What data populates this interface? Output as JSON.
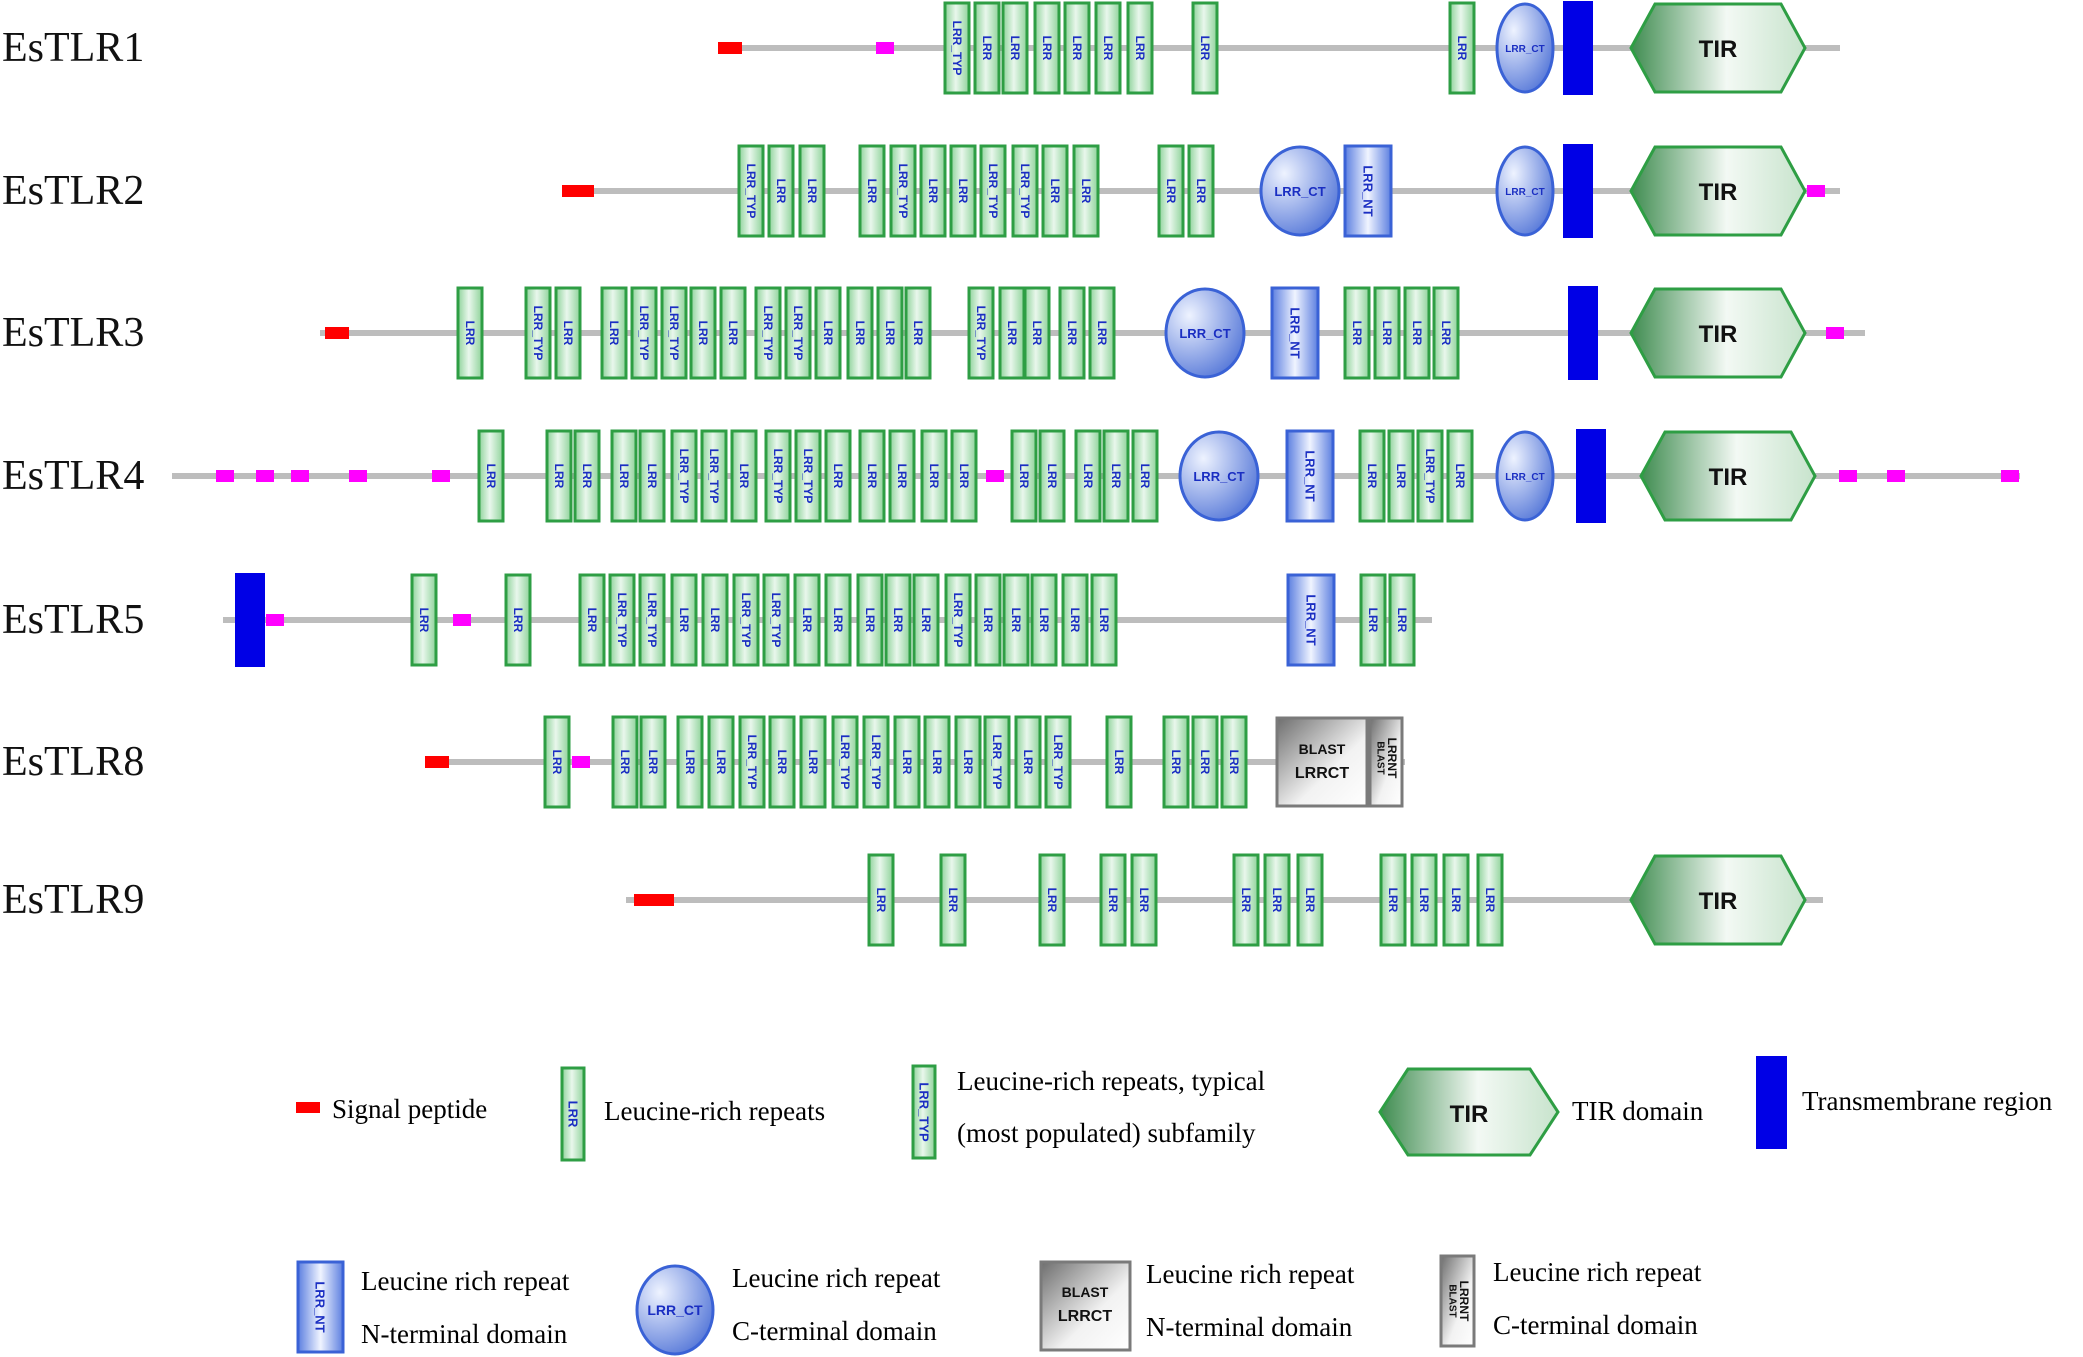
{
  "colors": {
    "backbone": "#bdbdbd",
    "signal": "#ff0000",
    "lowcomplexity": "#ff00ff",
    "tm": "#0000e6",
    "lrr_fill": "#b7e4bf",
    "lrr_stroke": "#2e9e44",
    "lrr_text": "#1a2ec2",
    "tir_fill": "#4e9a5e",
    "tir_light": "#f2f8f3",
    "blue_fill": "#5c7fe0",
    "blue_light": "#e4ecff",
    "blast_fill": "#7a7a7a"
  },
  "proteins": [
    {
      "name": "EsTLR1",
      "domains": [
        {
          "type": "backbone",
          "from": 723,
          "to": 1840
        },
        {
          "type": "signal",
          "at": 730
        },
        {
          "type": "lowcomplexity",
          "at": 885
        },
        {
          "type": "LRR_TYP",
          "at": 957
        },
        {
          "type": "LRR",
          "at": 987
        },
        {
          "type": "LRR",
          "at": 1015
        },
        {
          "type": "LRR",
          "at": 1047
        },
        {
          "type": "LRR",
          "at": 1077
        },
        {
          "type": "LRR",
          "at": 1108
        },
        {
          "type": "LRR",
          "at": 1140
        },
        {
          "type": "LRR",
          "at": 1205
        },
        {
          "type": "LRR",
          "at": 1462
        },
        {
          "type": "LRR_CT_small",
          "at": 1525
        },
        {
          "type": "TM",
          "at": 1578
        },
        {
          "type": "TIR",
          "at": 1718
        }
      ]
    },
    {
      "name": "EsTLR2",
      "domains": [
        {
          "type": "backbone",
          "from": 563,
          "to": 1840
        },
        {
          "type": "signal",
          "at": 574
        },
        {
          "type": "LRR_TYP",
          "at": 751
        },
        {
          "type": "LRR",
          "at": 781
        },
        {
          "type": "LRR",
          "at": 812
        },
        {
          "type": "LRR",
          "at": 872
        },
        {
          "type": "LRR_TYP",
          "at": 903
        },
        {
          "type": "LRR",
          "at": 933
        },
        {
          "type": "LRR",
          "at": 963
        },
        {
          "type": "LRR_TYP",
          "at": 993
        },
        {
          "type": "LRR_TYP",
          "at": 1025
        },
        {
          "type": "LRR",
          "at": 1055
        },
        {
          "type": "LRR",
          "at": 1086
        },
        {
          "type": "LRR",
          "at": 1171
        },
        {
          "type": "LRR",
          "at": 1201
        },
        {
          "type": "LRR_CT",
          "at": 1300
        },
        {
          "type": "LRR_NT",
          "at": 1368
        },
        {
          "type": "LRR_CT_small",
          "at": 1525
        },
        {
          "type": "TM",
          "at": 1578
        },
        {
          "type": "TIR",
          "at": 1718
        },
        {
          "type": "lowcomplexity",
          "at": 1816
        }
      ]
    },
    {
      "name": "EsTLR3",
      "domains": [
        {
          "type": "backbone",
          "from": 320,
          "to": 1865
        },
        {
          "type": "signal",
          "at": 337
        },
        {
          "type": "LRR",
          "at": 470
        },
        {
          "type": "LRR_TYP",
          "at": 538
        },
        {
          "type": "LRR",
          "at": 568
        },
        {
          "type": "LRR",
          "at": 614
        },
        {
          "type": "LRR_TYP",
          "at": 644
        },
        {
          "type": "LRR_TYP",
          "at": 674
        },
        {
          "type": "LRR",
          "at": 703
        },
        {
          "type": "LRR",
          "at": 733
        },
        {
          "type": "LRR_TYP",
          "at": 768
        },
        {
          "type": "LRR_TYP",
          "at": 798
        },
        {
          "type": "LRR",
          "at": 828
        },
        {
          "type": "LRR",
          "at": 860
        },
        {
          "type": "LRR",
          "at": 890
        },
        {
          "type": "LRR",
          "at": 918
        },
        {
          "type": "LRR_TYP",
          "at": 981
        },
        {
          "type": "LRR",
          "at": 1012
        },
        {
          "type": "LRR",
          "at": 1037
        },
        {
          "type": "LRR",
          "at": 1072
        },
        {
          "type": "LRR",
          "at": 1102
        },
        {
          "type": "LRR_CT",
          "at": 1205
        },
        {
          "type": "LRR_NT",
          "at": 1295
        },
        {
          "type": "LRR",
          "at": 1357
        },
        {
          "type": "LRR",
          "at": 1387
        },
        {
          "type": "LRR",
          "at": 1417
        },
        {
          "type": "LRR",
          "at": 1446
        },
        {
          "type": "TM",
          "at": 1583
        },
        {
          "type": "TIR",
          "at": 1718
        },
        {
          "type": "lowcomplexity",
          "at": 1835
        }
      ]
    },
    {
      "name": "EsTLR4",
      "domains": [
        {
          "type": "backbone",
          "from": 172,
          "to": 2020
        },
        {
          "type": "lowcomplexity",
          "at": 225
        },
        {
          "type": "lowcomplexity",
          "at": 265
        },
        {
          "type": "lowcomplexity",
          "at": 300
        },
        {
          "type": "lowcomplexity",
          "at": 358
        },
        {
          "type": "lowcomplexity",
          "at": 441
        },
        {
          "type": "LRR",
          "at": 491
        },
        {
          "type": "LRR",
          "at": 559
        },
        {
          "type": "LRR",
          "at": 587
        },
        {
          "type": "LRR",
          "at": 624
        },
        {
          "type": "LRR",
          "at": 652
        },
        {
          "type": "LRR_TYP",
          "at": 684
        },
        {
          "type": "LRR_TYP",
          "at": 714
        },
        {
          "type": "LRR",
          "at": 744
        },
        {
          "type": "LRR_TYP",
          "at": 778
        },
        {
          "type": "LRR_TYP",
          "at": 808
        },
        {
          "type": "LRR",
          "at": 838
        },
        {
          "type": "LRR",
          "at": 872
        },
        {
          "type": "LRR",
          "at": 902
        },
        {
          "type": "LRR",
          "at": 934
        },
        {
          "type": "LRR",
          "at": 964
        },
        {
          "type": "lowcomplexity",
          "at": 995
        },
        {
          "type": "LRR",
          "at": 1024
        },
        {
          "type": "LRR",
          "at": 1052
        },
        {
          "type": "LRR",
          "at": 1088
        },
        {
          "type": "LRR",
          "at": 1116
        },
        {
          "type": "LRR",
          "at": 1145
        },
        {
          "type": "LRR_CT",
          "at": 1219
        },
        {
          "type": "LRR_NT",
          "at": 1310
        },
        {
          "type": "LRR",
          "at": 1372
        },
        {
          "type": "LRR",
          "at": 1401
        },
        {
          "type": "LRR_TYP",
          "at": 1430
        },
        {
          "type": "LRR",
          "at": 1460
        },
        {
          "type": "LRR_CT_small",
          "at": 1525
        },
        {
          "type": "TM",
          "at": 1591
        },
        {
          "type": "TIR",
          "at": 1728
        },
        {
          "type": "lowcomplexity",
          "at": 1848
        },
        {
          "type": "lowcomplexity",
          "at": 1896
        },
        {
          "type": "lowcomplexity",
          "at": 2010
        }
      ]
    },
    {
      "name": "EsTLR5",
      "domains": [
        {
          "type": "backbone",
          "from": 223,
          "to": 1432
        },
        {
          "type": "TM",
          "at": 250
        },
        {
          "type": "lowcomplexity",
          "at": 275
        },
        {
          "type": "LRR",
          "at": 424
        },
        {
          "type": "lowcomplexity",
          "at": 462
        },
        {
          "type": "LRR",
          "at": 518
        },
        {
          "type": "LRR",
          "at": 592
        },
        {
          "type": "LRR_TYP",
          "at": 622
        },
        {
          "type": "LRR_TYP",
          "at": 652
        },
        {
          "type": "LRR",
          "at": 684
        },
        {
          "type": "LRR",
          "at": 715
        },
        {
          "type": "LRR_TYP",
          "at": 746
        },
        {
          "type": "LRR_TYP",
          "at": 776
        },
        {
          "type": "LRR",
          "at": 807
        },
        {
          "type": "LRR",
          "at": 838
        },
        {
          "type": "LRR",
          "at": 870
        },
        {
          "type": "LRR",
          "at": 898
        },
        {
          "type": "LRR",
          "at": 926
        },
        {
          "type": "LRR_TYP",
          "at": 958
        },
        {
          "type": "LRR",
          "at": 988
        },
        {
          "type": "LRR",
          "at": 1016
        },
        {
          "type": "LRR",
          "at": 1044
        },
        {
          "type": "LRR",
          "at": 1075
        },
        {
          "type": "LRR",
          "at": 1104
        },
        {
          "type": "LRR_NT",
          "at": 1311
        },
        {
          "type": "LRR",
          "at": 1373
        },
        {
          "type": "LRR",
          "at": 1402
        }
      ]
    },
    {
      "name": "EsTLR8",
      "domains": [
        {
          "type": "backbone",
          "from": 425,
          "to": 1405
        },
        {
          "type": "signal",
          "at": 437
        },
        {
          "type": "LRR",
          "at": 557
        },
        {
          "type": "lowcomplexity",
          "at": 581
        },
        {
          "type": "LRR",
          "at": 625
        },
        {
          "type": "LRR",
          "at": 653
        },
        {
          "type": "LRR",
          "at": 690
        },
        {
          "type": "LRR",
          "at": 721
        },
        {
          "type": "LRR_TYP",
          "at": 752
        },
        {
          "type": "LRR",
          "at": 782
        },
        {
          "type": "LRR",
          "at": 813
        },
        {
          "type": "LRR_TYP",
          "at": 845
        },
        {
          "type": "LRR_TYP",
          "at": 876
        },
        {
          "type": "LRR",
          "at": 907
        },
        {
          "type": "LRR",
          "at": 937
        },
        {
          "type": "LRR",
          "at": 968
        },
        {
          "type": "LRR_TYP",
          "at": 997
        },
        {
          "type": "LRR",
          "at": 1028
        },
        {
          "type": "LRR_TYP",
          "at": 1058
        },
        {
          "type": "LRR",
          "at": 1119
        },
        {
          "type": "LRR",
          "at": 1176
        },
        {
          "type": "LRR",
          "at": 1205
        },
        {
          "type": "LRR",
          "at": 1234
        },
        {
          "type": "BLAST_LRRCT",
          "at": 1322
        },
        {
          "type": "BLAST_LRRNT",
          "at": 1386
        }
      ]
    },
    {
      "name": "EsTLR9",
      "domains": [
        {
          "type": "backbone",
          "from": 626,
          "to": 1823
        },
        {
          "type": "signal",
          "at": 646
        },
        {
          "type": "LRR",
          "at": 881
        },
        {
          "type": "LRR",
          "at": 953
        },
        {
          "type": "LRR",
          "at": 1052
        },
        {
          "type": "LRR",
          "at": 1113
        },
        {
          "type": "LRR",
          "at": 1144
        },
        {
          "type": "LRR",
          "at": 1246
        },
        {
          "type": "LRR",
          "at": 1277
        },
        {
          "type": "LRR",
          "at": 1310
        },
        {
          "type": "LRR",
          "at": 1393
        },
        {
          "type": "LRR",
          "at": 1424
        },
        {
          "type": "LRR",
          "at": 1456
        },
        {
          "type": "LRR",
          "at": 1490
        },
        {
          "type": "TIR",
          "at": 1718
        }
      ]
    }
  ],
  "domain_labels": {
    "LRR": "LRR",
    "LRR_TYP": "LRR_TYP",
    "LRR_CT": "LRR_CT",
    "LRR_CT_small": "LRR_CT",
    "LRR_NT": "LRR_NT",
    "TIR": "TIR",
    "BLAST_LRRCT_line1": "BLAST",
    "BLAST_LRRCT_line2": "LRRCT",
    "BLAST_LRRNT_line1": "BLAST",
    "BLAST_LRRNT_line2": "LRRNT"
  },
  "legend": {
    "signal": "Signal peptide",
    "lrr": "Leucine-rich repeats",
    "lrr_typ_line1": "Leucine-rich repeats, typical",
    "lrr_typ_line2": "(most populated) subfamily",
    "tir": "TIR domain",
    "tm": "Transmembrane region",
    "lrr_nt_line1": "Leucine rich repeat",
    "lrr_nt_line2": "N-terminal domain",
    "lrr_ct_line1": "Leucine rich repeat",
    "lrr_ct_line2": "C-terminal domain",
    "blast_lrrct_line1": "Leucine rich repeat",
    "blast_lrrct_line2": "N-terminal domain",
    "blast_lrrnt_line1": "Leucine rich repeat",
    "blast_lrrnt_line2": "C-terminal domain"
  }
}
